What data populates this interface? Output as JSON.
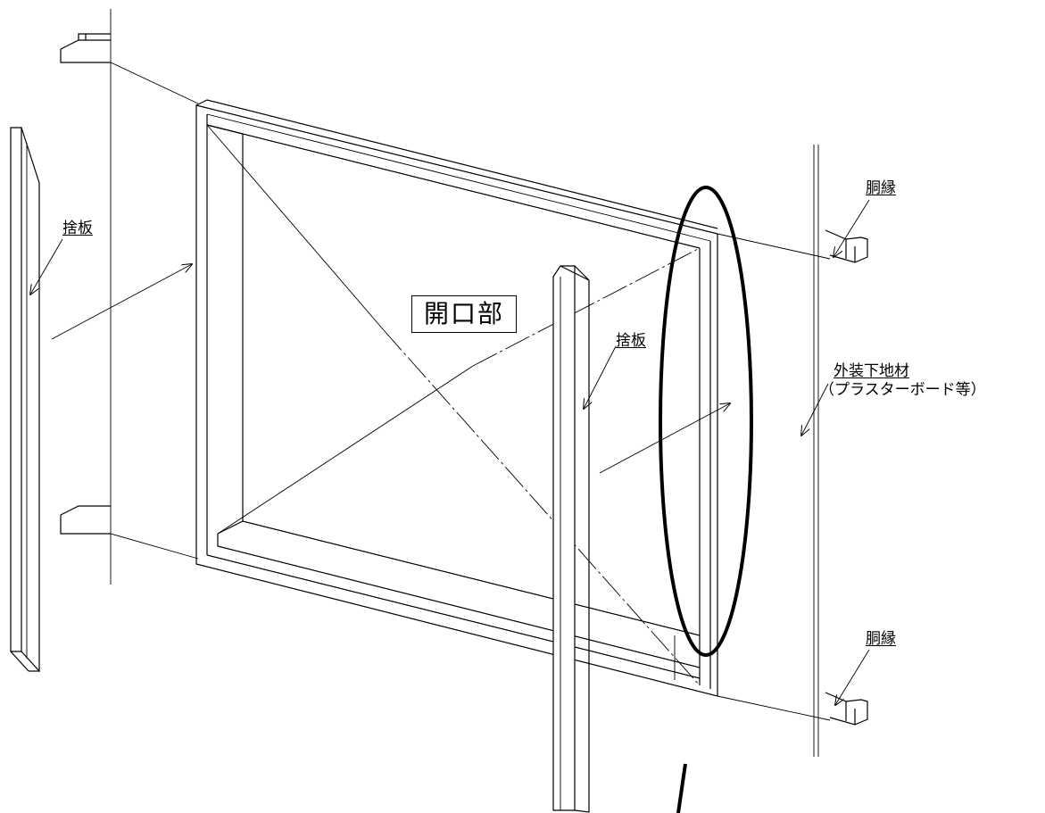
{
  "labels": {
    "opening": "開口部",
    "shim_left": "捨板",
    "shim_center": "捨板",
    "girt_top": "胴縁",
    "girt_bottom": "胴縁",
    "exterior_substrate": "外装下地材",
    "exterior_substrate_note": "（プラスターボード等）"
  }
}
